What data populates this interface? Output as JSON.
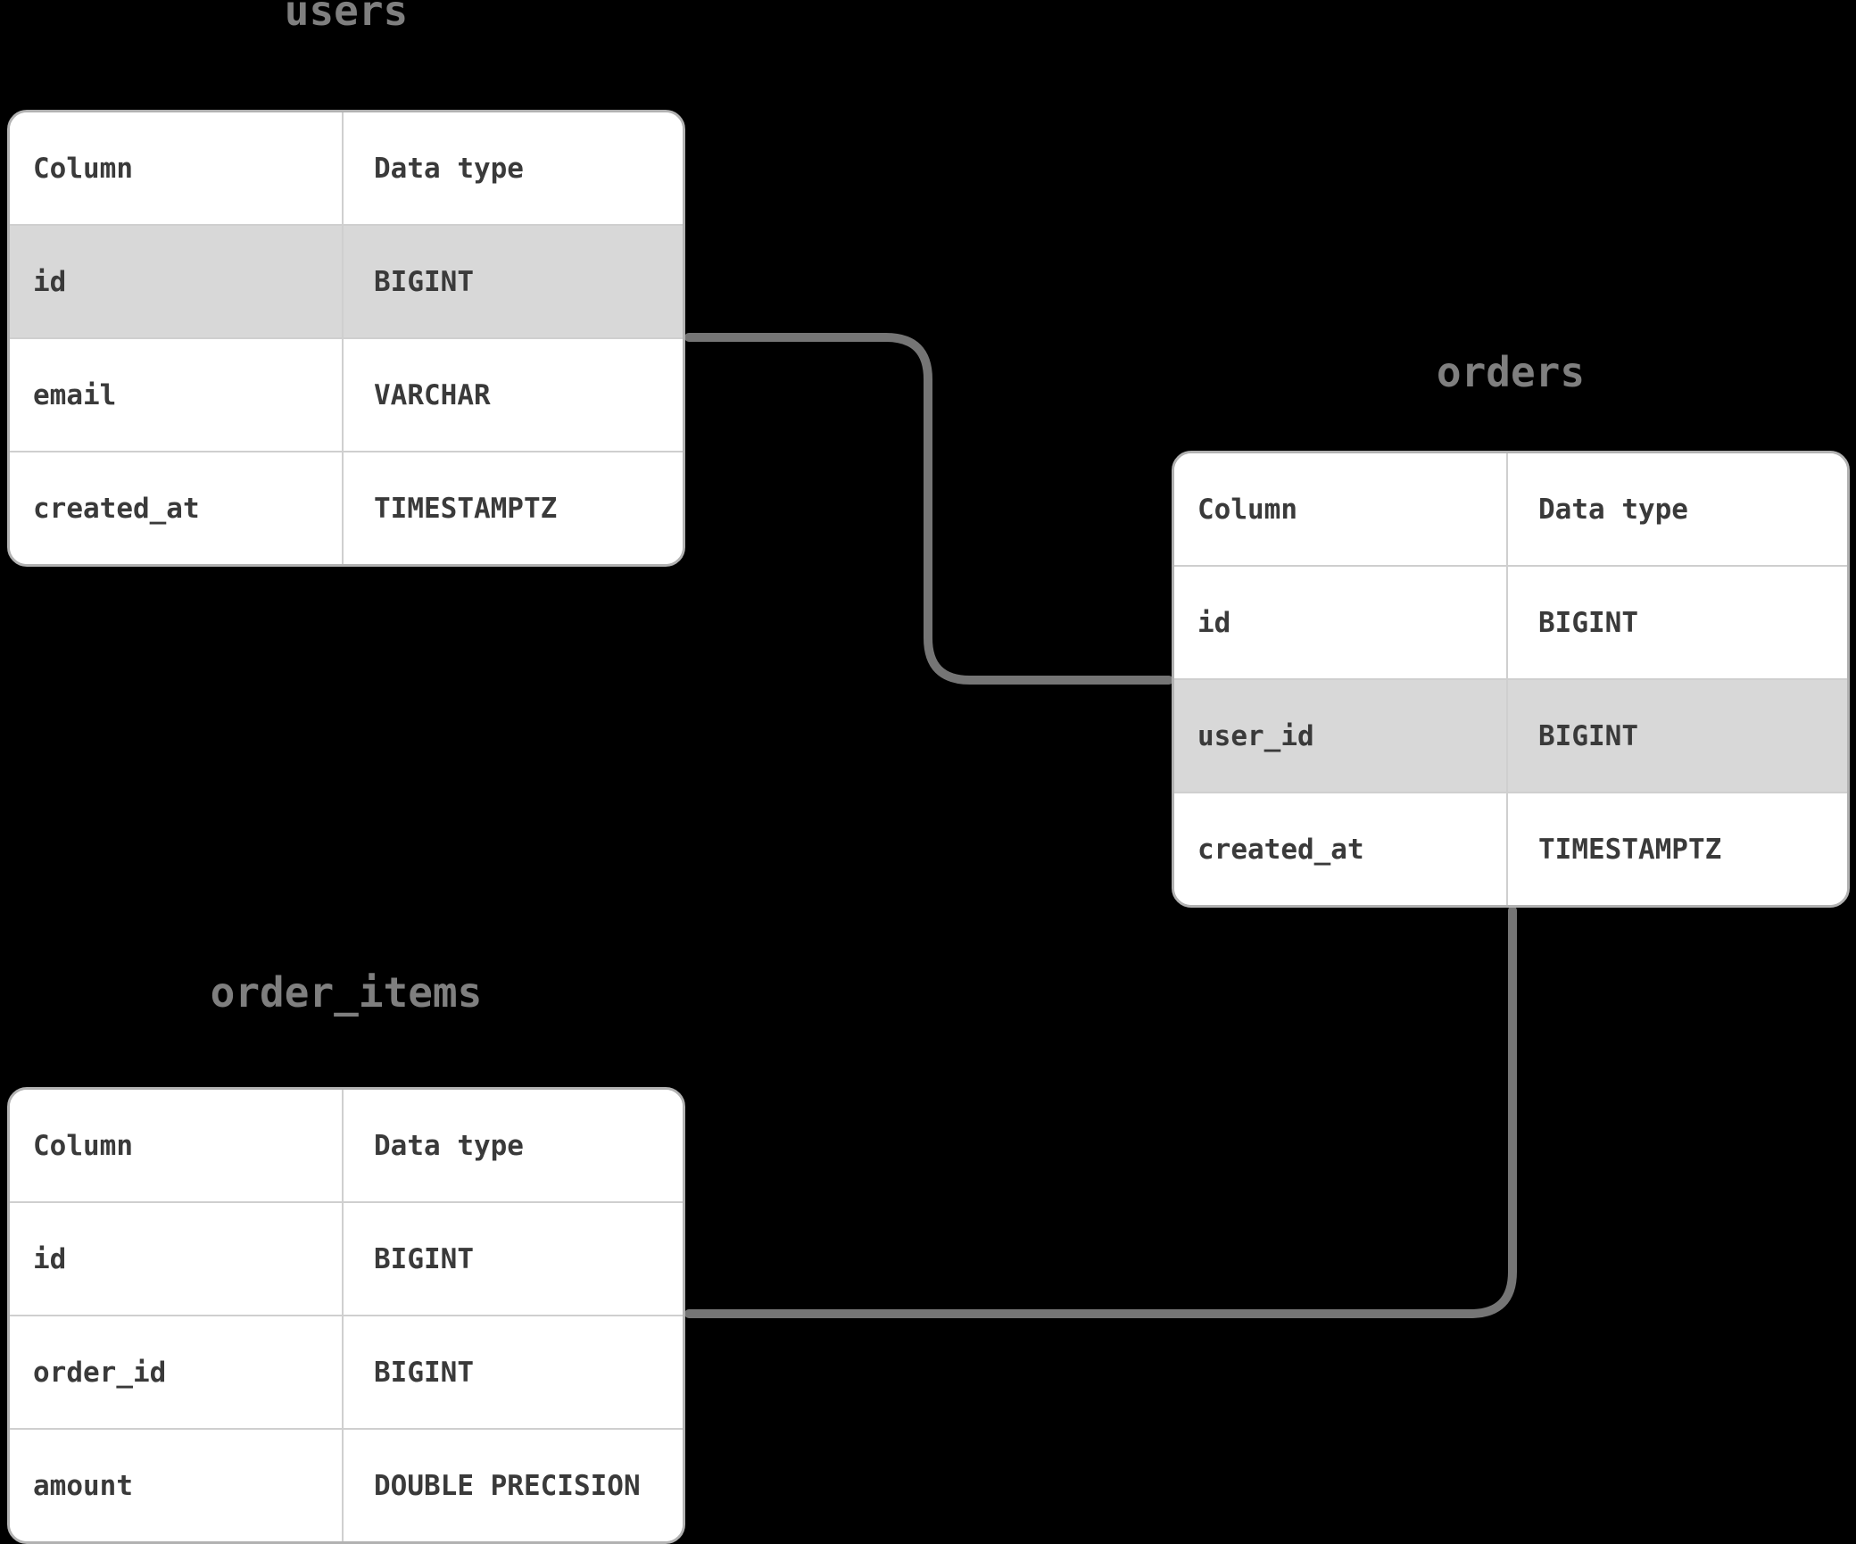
{
  "diagram": {
    "kind": "entity-relationship-diagram",
    "background_color": "#000000",
    "connector_color": "#757575",
    "title_color": "#7f7f7f",
    "text_color": "#3a3a3a",
    "row_highlight_color": "#d8d8d8",
    "table_background_color": "#ffffff",
    "tables": [
      {
        "name": "users",
        "header": [
          "Column",
          "Data type"
        ],
        "rows": [
          {
            "column": "id",
            "data_type": "BIGINT",
            "highlighted": true
          },
          {
            "column": "email",
            "data_type": "VARCHAR",
            "highlighted": false
          },
          {
            "column": "created_at",
            "data_type": "TIMESTAMPTZ",
            "highlighted": false
          }
        ]
      },
      {
        "name": "orders",
        "header": [
          "Column",
          "Data type"
        ],
        "rows": [
          {
            "column": "id",
            "data_type": "BIGINT",
            "highlighted": false
          },
          {
            "column": "user_id",
            "data_type": "BIGINT",
            "highlighted": true
          },
          {
            "column": "created_at",
            "data_type": "TIMESTAMPTZ",
            "highlighted": false
          }
        ]
      },
      {
        "name": "order_items",
        "header": [
          "Column",
          "Data type"
        ],
        "rows": [
          {
            "column": "id",
            "data_type": "BIGINT",
            "highlighted": false
          },
          {
            "column": "order_id",
            "data_type": "BIGINT",
            "highlighted": false
          },
          {
            "column": "amount",
            "data_type": "DOUBLE PRECISION",
            "highlighted": false
          }
        ]
      }
    ],
    "relationships": [
      {
        "from_table": "users",
        "from_column": "id",
        "to_table": "orders",
        "to_column": "user_id"
      },
      {
        "from_table": "orders",
        "from_column": "id",
        "to_table": "order_items",
        "to_column": "order_id"
      }
    ]
  }
}
